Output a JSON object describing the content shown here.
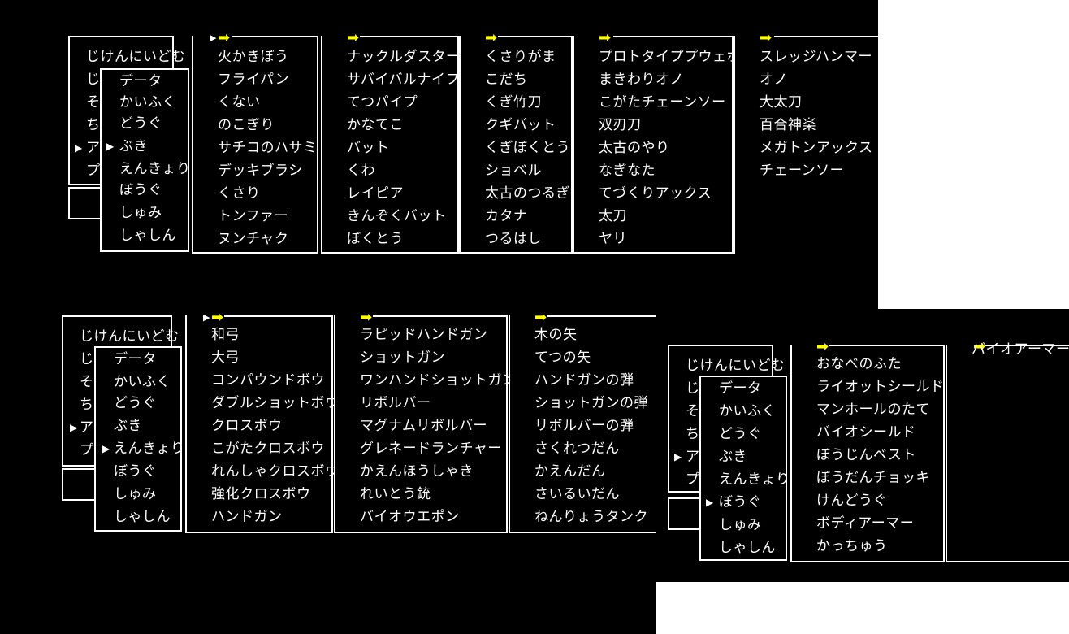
{
  "colors": {
    "background": "#000000",
    "text": "#ffffff",
    "pointer": "#ffff00",
    "outside": "#ffffff"
  },
  "icons": {
    "cursor": "white-triangle-right",
    "page_pointer": "yellow-arrow-right"
  },
  "menu": {
    "main_items": [
      "じけんにいどむ",
      "じ",
      "そ",
      "ち",
      "ア",
      "プ"
    ],
    "categories": [
      "データ",
      "かいふく",
      "どうぐ",
      "ぶき",
      "えんきょり",
      "ぼうぐ",
      "しゅみ",
      "しゃしん"
    ]
  },
  "screen1": {
    "selected_category_index": 3,
    "columns": [
      [
        "火かきぼう",
        "フライパン",
        "くない",
        "のこぎり",
        "サチコのハサミ",
        "デッキブラシ",
        "くさり",
        "トンファー",
        "ヌンチャク"
      ],
      [
        "ナックルダスター",
        "サバイバルナイフ",
        "てつパイプ",
        "かなてこ",
        "バット",
        "くわ",
        "レイピア",
        "きんぞくバット",
        "ぼくとう"
      ],
      [
        "くさりがま",
        "こだち",
        "くぎ竹刀",
        "クギバット",
        "くぎぼくとう",
        "ショベル",
        "太古のつるぎ",
        "カタナ",
        "つるはし"
      ],
      [
        "プロトタイププウェポン",
        "まきわりオノ",
        "こがたチェーンソー",
        "双刃刀",
        "太古のやり",
        "なぎなた",
        "てづくりアックス",
        "太刀",
        "ヤリ"
      ],
      [
        "スレッジハンマー",
        "オノ",
        "大太刀",
        "百合神楽",
        "メガトンアックス",
        "チェーンソー"
      ]
    ]
  },
  "screen2": {
    "selected_category_index": 4,
    "columns": [
      [
        "和弓",
        "大弓",
        "コンパウンドボウ",
        "ダブルショットボウ",
        "クロスボウ",
        "こがたクロスボウ",
        "れんしゃクロスボウ",
        "強化クロスボウ",
        "ハンドガン"
      ],
      [
        "ラピッドハンドガン",
        "ショットガン",
        "ワンハンドショットガン",
        "リボルバー",
        "マグナムリボルバー",
        "グレネードランチャー",
        "かえんほうしゃき",
        "れいとう銃",
        "バイオウエポン"
      ],
      [
        "木の矢",
        "てつの矢",
        "ハンドガンの弾",
        "ショットガンの弾",
        "リボルバーの弾",
        "さくれつだん",
        "かえんだん",
        "さいるいだん",
        "ねんりょうタンク"
      ]
    ]
  },
  "screen3": {
    "selected_category_index": 5,
    "columns": [
      [
        "おなべのふた",
        "ライオットシールド",
        "マンホールのたて",
        "バイオシールド",
        "ぼうじんベスト",
        "ぼうだんチョッキ",
        "けんどうぐ",
        "ボディアーマー",
        "かっちゅう"
      ],
      [
        "バイオアーマー"
      ]
    ]
  }
}
